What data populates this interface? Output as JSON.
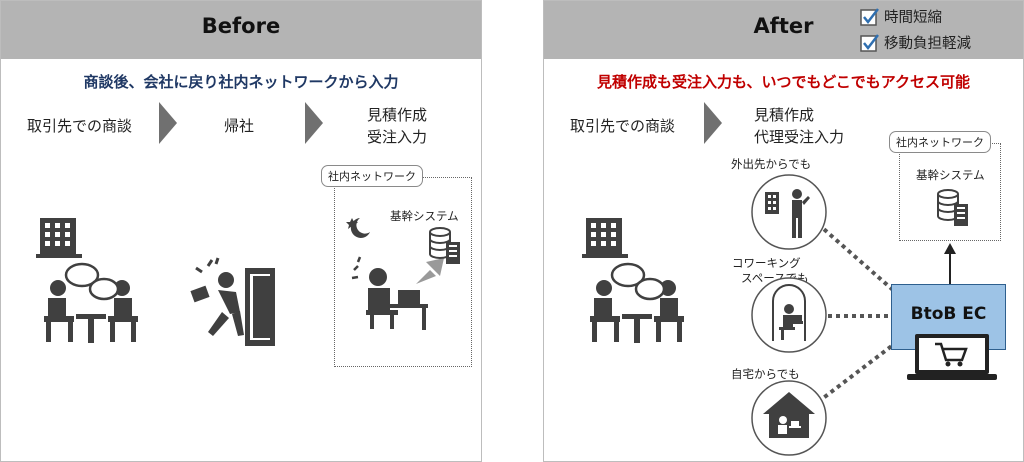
{
  "before": {
    "title": "Before",
    "subtitle": "商談後、会社に戻り社内ネットワークから入力",
    "steps": [
      "取引先での商談",
      "帰社",
      "見積作成",
      "受注入力"
    ],
    "network_label": "社内ネットワーク",
    "system_label": "基幹システム"
  },
  "after": {
    "title": "After",
    "benefits": [
      "時間短縮",
      "移動負担軽減"
    ],
    "subtitle": "見積作成も受注入力も、いつでもどこでもアクセス可能",
    "steps": [
      "取引先での商談",
      "見積作成",
      "代理受注入力"
    ],
    "locations": [
      "外出先からでも",
      "コワーキング",
      "スペースでも",
      "自宅からでも"
    ],
    "network_label": "社内ネットワーク",
    "system_label": "基幹システム",
    "ec_label": "BtoB EC"
  },
  "colors": {
    "header_gray": "#b4b4b4",
    "subtitle_blue": "#1f3864",
    "subtitle_red": "#c00000",
    "ec_blue": "#9dc3e6",
    "icon_dark": "#404040"
  }
}
